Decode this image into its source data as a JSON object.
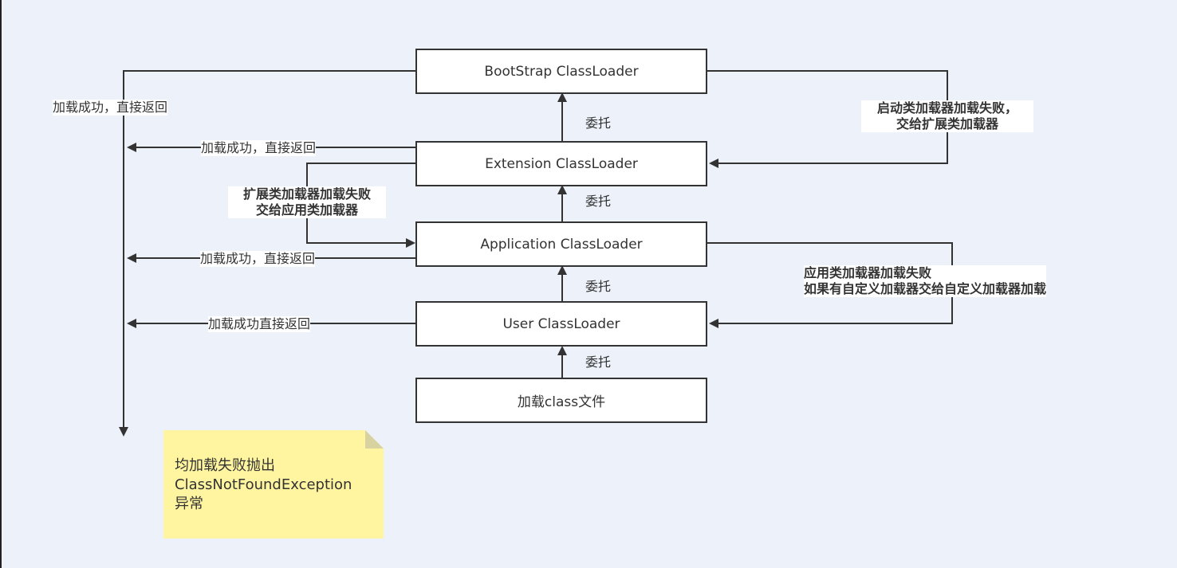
{
  "boxes": {
    "bootstrap": "BootStrap ClassLoader",
    "extension": "Extension ClassLoader",
    "application": "Application ClassLoader",
    "user": "User ClassLoader",
    "load_class": "加载class文件"
  },
  "delegate_labels": {
    "d1": "委托",
    "d2": "委托",
    "d3": "委托",
    "d4": "委托"
  },
  "return_labels": {
    "bootstrap": "加载成功，直接返回",
    "extension": "加载成功，直接返回",
    "application": "加载成功，直接返回",
    "user": "加载成功直接返回"
  },
  "fallback_labels": {
    "bootstrap_fail": [
      "启动类加载器加载失败，",
      "交给扩展类加载器"
    ],
    "extension_fail": [
      "扩展类加载器加载失败",
      "交给应用类加载器"
    ],
    "application_fail": [
      "应用类加载器加载失败",
      "如果有自定义加载器交给自定义加载器加载"
    ]
  },
  "note": {
    "lines": [
      "均加载失败抛出",
      "ClassNotFoundException",
      "异常"
    ]
  }
}
